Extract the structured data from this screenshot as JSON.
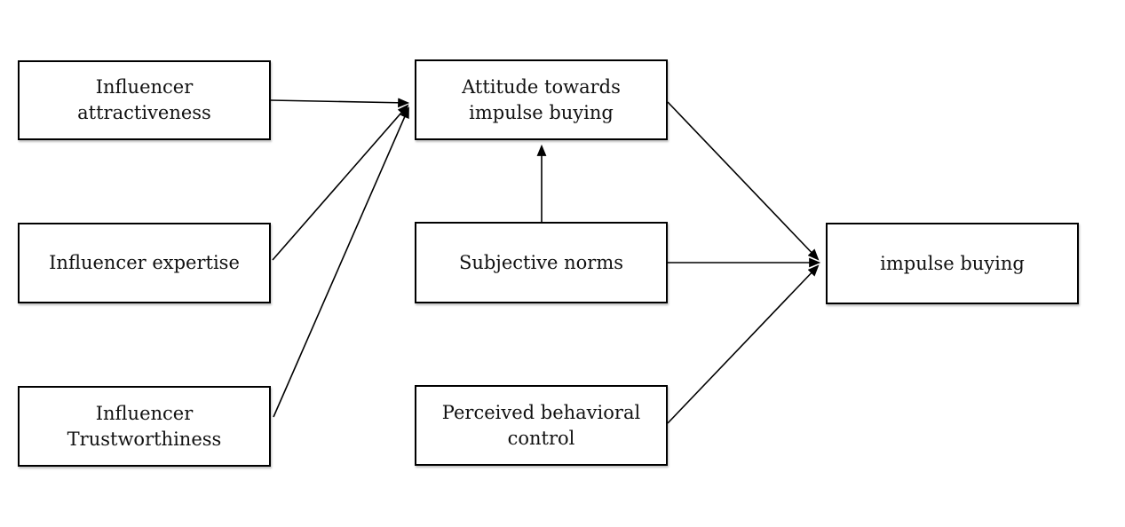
{
  "diagram": {
    "nodes": [
      {
        "id": "influencer-attractiveness",
        "label": "Influencer\nattractiveness"
      },
      {
        "id": "influencer-expertise",
        "label": "Influencer expertise"
      },
      {
        "id": "influencer-trustworthiness",
        "label": "Influencer\nTrustworthiness"
      },
      {
        "id": "attitude-towards-impulse-buying",
        "label": "Attitude towards\nimpulse buying"
      },
      {
        "id": "subjective-norms",
        "label": "Subjective norms"
      },
      {
        "id": "perceived-behavioral-control",
        "label": "Perceived behavioral\ncontrol"
      },
      {
        "id": "impulse-buying",
        "label": "impulse buying"
      }
    ],
    "edges": [
      {
        "from": "influencer-attractiveness",
        "to": "attitude-towards-impulse-buying"
      },
      {
        "from": "influencer-expertise",
        "to": "attitude-towards-impulse-buying"
      },
      {
        "from": "influencer-trustworthiness",
        "to": "attitude-towards-impulse-buying"
      },
      {
        "from": "subjective-norms",
        "to": "attitude-towards-impulse-buying"
      },
      {
        "from": "attitude-towards-impulse-buying",
        "to": "impulse-buying"
      },
      {
        "from": "subjective-norms",
        "to": "impulse-buying"
      },
      {
        "from": "perceived-behavioral-control",
        "to": "impulse-buying"
      }
    ],
    "colors": {
      "background": "#ffffff",
      "box_fill": "#ffffff",
      "box_border": "#000000",
      "line": "#000000",
      "text": "#111111"
    }
  }
}
